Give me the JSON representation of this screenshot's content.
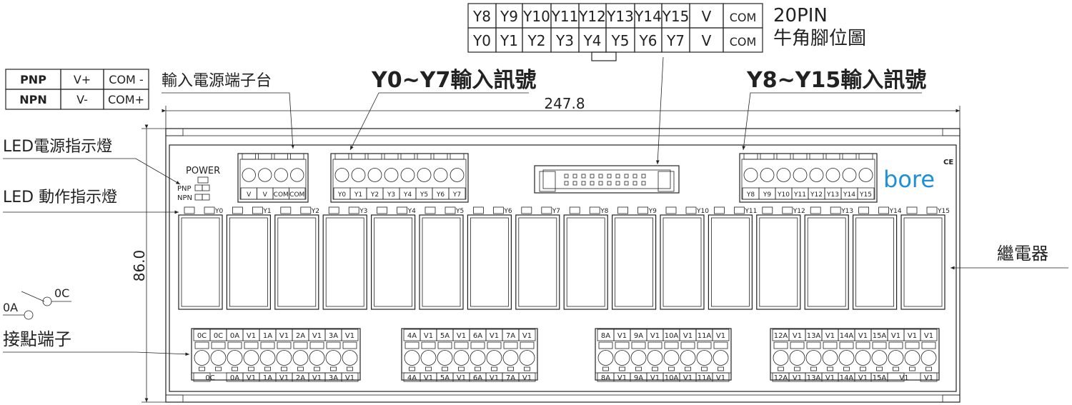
{
  "pin_table": {
    "row_top": [
      "Y8",
      "Y9",
      "Y10",
      "Y11",
      "Y12",
      "Y13",
      "Y14",
      "Y15",
      "V",
      "COM"
    ],
    "row_bottom": [
      "Y0",
      "Y1",
      "Y2",
      "Y3",
      "Y4",
      "Y5",
      "Y6",
      "Y7",
      "V",
      "COM"
    ],
    "title_line1": "20PIN",
    "title_line2": "牛角腳位圖"
  },
  "polarity_table": {
    "rows": [
      [
        "PNP",
        "V+",
        "COM -"
      ],
      [
        "NPN",
        "V-",
        "COM+"
      ]
    ]
  },
  "callouts": {
    "power_terminal": "輸入電源端子台",
    "input_low": "Y0~Y7輸入訊號",
    "input_high": "Y8~Y15輸入訊號",
    "power_led": "LED電源指示燈",
    "action_led": "LED 動作指示燈",
    "contact_terminal": "接點端子",
    "relay": "繼電器"
  },
  "dimensions": {
    "width": "247.8",
    "height": "86.0"
  },
  "switch_symbol": {
    "open": "0A",
    "common": "0C"
  },
  "board": {
    "power_label": "POWER",
    "pnp_label": "PNP",
    "npn_label": "NPN",
    "brand": "bore",
    "ce_mark": "CE",
    "brand_color": "#1e8fd8",
    "power_terminal": [
      "V",
      "V",
      "COM",
      "COM"
    ],
    "input_terminal_low": [
      "Y0",
      "Y1",
      "Y2",
      "Y3",
      "Y4",
      "Y5",
      "Y6",
      "Y7"
    ],
    "input_terminal_high": [
      "Y8",
      "Y9",
      "Y10",
      "Y11",
      "Y12",
      "Y13",
      "Y14",
      "Y15"
    ],
    "led_labels": [
      "Y0",
      "Y1",
      "Y2",
      "Y3",
      "Y4",
      "Y5",
      "Y6",
      "Y7",
      "Y8",
      "Y9",
      "Y10",
      "Y11",
      "Y12",
      "Y13",
      "Y14",
      "Y15"
    ],
    "output_groups": [
      {
        "top": [
          "0C",
          "0C",
          "0A",
          "V1",
          "1A",
          "V1",
          "2A",
          "V1",
          "3A",
          "V1"
        ],
        "bottom": [
          "0C",
          "",
          "0A",
          "V1",
          "1A",
          "V1",
          "2A",
          "V1",
          "3A",
          "V1"
        ]
      },
      {
        "top": [
          "4A",
          "V1",
          "5A",
          "V1",
          "6A",
          "V1",
          "7A",
          "V1"
        ],
        "bottom": [
          "4A",
          "V1",
          "5A",
          "V1",
          "6A",
          "V1",
          "7A",
          "V1"
        ]
      },
      {
        "top": [
          "8A",
          "V1",
          "9A",
          "V1",
          "10A",
          "V1",
          "11A",
          "V1"
        ],
        "bottom": [
          "8A",
          "V1",
          "9A",
          "V1",
          "10A",
          "V1",
          "11A",
          "V1"
        ]
      },
      {
        "top": [
          "12A",
          "V1",
          "13A",
          "V1",
          "14A",
          "V1",
          "15A",
          "V1",
          "V1",
          "V1"
        ],
        "bottom": [
          "12A",
          "V1",
          "13A",
          "V1",
          "14A",
          "V1",
          "15A",
          "V1",
          "",
          "V1"
        ]
      }
    ]
  }
}
